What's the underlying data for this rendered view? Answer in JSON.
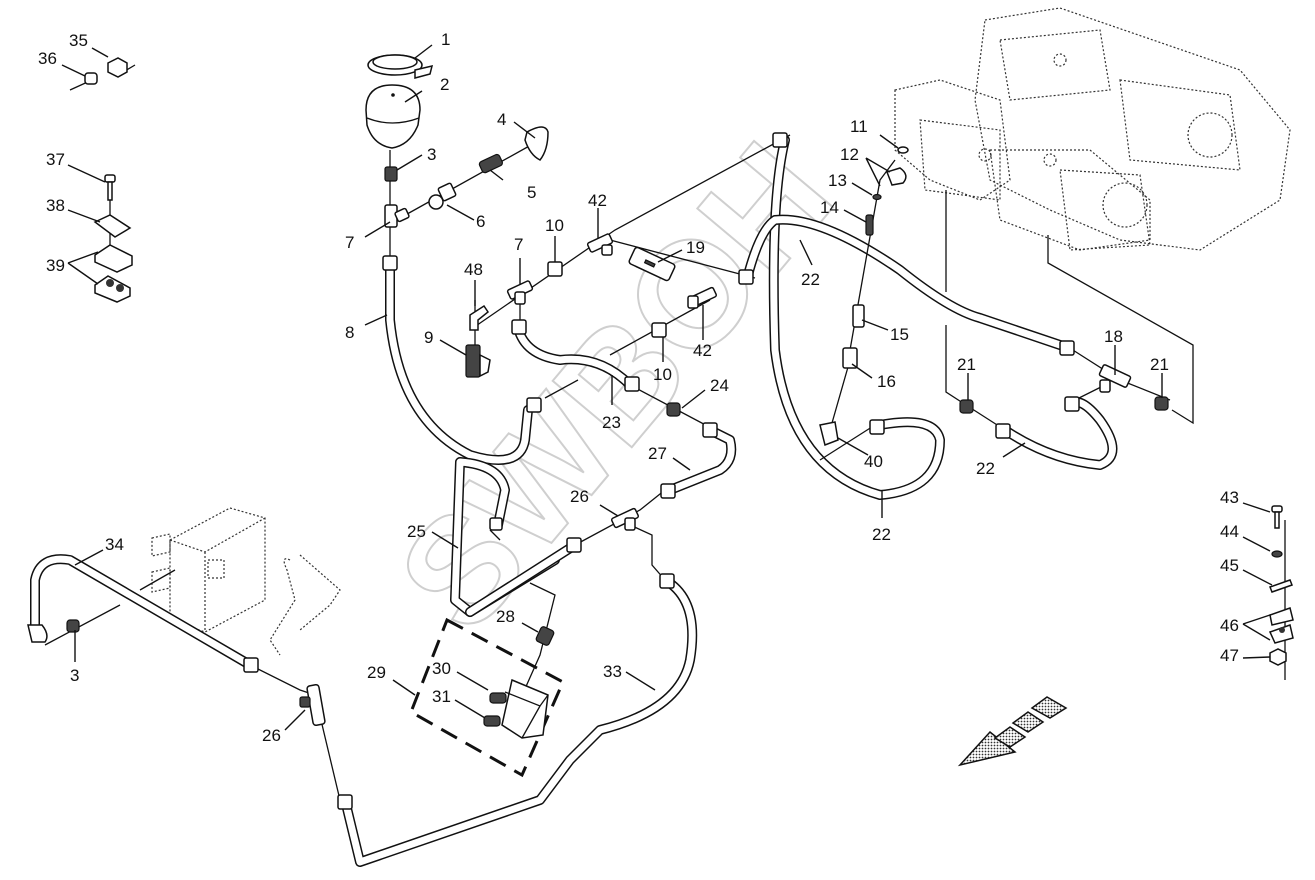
{
  "diagram": {
    "type": "exploded-parts-diagram",
    "subject": "hydraulic accumulator and brake line assembly",
    "watermark": "SWBOH",
    "callouts": [
      {
        "id": "1",
        "label": "1",
        "part": "hose clamp"
      },
      {
        "id": "2",
        "label": "2",
        "part": "accumulator"
      },
      {
        "id": "3a",
        "label": "3",
        "part": "adapter fitting"
      },
      {
        "id": "4",
        "label": "4",
        "part": "dust cap"
      },
      {
        "id": "5",
        "label": "5",
        "part": "test port fitting"
      },
      {
        "id": "6",
        "label": "6",
        "part": "union fitting"
      },
      {
        "id": "7a",
        "label": "7",
        "part": "tee fitting"
      },
      {
        "id": "7b",
        "label": "7",
        "part": "tee fitting"
      },
      {
        "id": "8",
        "label": "8",
        "part": "hose"
      },
      {
        "id": "9",
        "label": "9",
        "part": "pressure switch"
      },
      {
        "id": "10a",
        "label": "10",
        "part": "reducer fitting"
      },
      {
        "id": "10b",
        "label": "10",
        "part": "reducer fitting"
      },
      {
        "id": "11",
        "label": "11",
        "part": "washer"
      },
      {
        "id": "12",
        "label": "12",
        "part": "clamp"
      },
      {
        "id": "13",
        "label": "13",
        "part": "lock washer"
      },
      {
        "id": "14",
        "label": "14",
        "part": "screw"
      },
      {
        "id": "15",
        "label": "15",
        "part": "adapter"
      },
      {
        "id": "16",
        "label": "16",
        "part": "fitting"
      },
      {
        "id": "18",
        "label": "18",
        "part": "tee fitting"
      },
      {
        "id": "19",
        "label": "19",
        "part": "check valve"
      },
      {
        "id": "21a",
        "label": "21",
        "part": "adapter"
      },
      {
        "id": "21b",
        "label": "21",
        "part": "adapter"
      },
      {
        "id": "22a",
        "label": "22",
        "part": "hose"
      },
      {
        "id": "22b",
        "label": "22",
        "part": "hose"
      },
      {
        "id": "22c",
        "label": "22",
        "part": "hose"
      },
      {
        "id": "23",
        "label": "23",
        "part": "hose"
      },
      {
        "id": "24",
        "label": "24",
        "part": "adapter"
      },
      {
        "id": "25",
        "label": "25",
        "part": "tube"
      },
      {
        "id": "26a",
        "label": "26",
        "part": "tee fitting"
      },
      {
        "id": "26b",
        "label": "26",
        "part": "tee fitting"
      },
      {
        "id": "27",
        "label": "27",
        "part": "tube"
      },
      {
        "id": "28",
        "label": "28",
        "part": "adapter"
      },
      {
        "id": "29",
        "label": "29",
        "part": "valve assembly"
      },
      {
        "id": "30",
        "label": "30",
        "part": "valve block"
      },
      {
        "id": "31",
        "label": "31",
        "part": "fitting"
      },
      {
        "id": "33",
        "label": "33",
        "part": "tube"
      },
      {
        "id": "34",
        "label": "34",
        "part": "hose"
      },
      {
        "id": "3b",
        "label": "3",
        "part": "adapter fitting"
      },
      {
        "id": "35",
        "label": "35",
        "part": "nut"
      },
      {
        "id": "36",
        "label": "36",
        "part": "sleeve"
      },
      {
        "id": "37",
        "label": "37",
        "part": "bolt"
      },
      {
        "id": "38",
        "label": "38",
        "part": "plate"
      },
      {
        "id": "39",
        "label": "39",
        "part": "clamp halves"
      },
      {
        "id": "40",
        "label": "40",
        "part": "elbow fitting"
      },
      {
        "id": "42a",
        "label": "42",
        "part": "tee fitting"
      },
      {
        "id": "42b",
        "label": "42",
        "part": "tee fitting"
      },
      {
        "id": "43",
        "label": "43",
        "part": "bolt"
      },
      {
        "id": "44",
        "label": "44",
        "part": "washer"
      },
      {
        "id": "45",
        "label": "45",
        "part": "plate"
      },
      {
        "id": "46",
        "label": "46",
        "part": "clamp halves"
      },
      {
        "id": "47",
        "label": "47",
        "part": "nut"
      },
      {
        "id": "48",
        "label": "48",
        "part": "elbow fitting"
      }
    ],
    "direction_arrow": "forward-direction-arrow"
  }
}
